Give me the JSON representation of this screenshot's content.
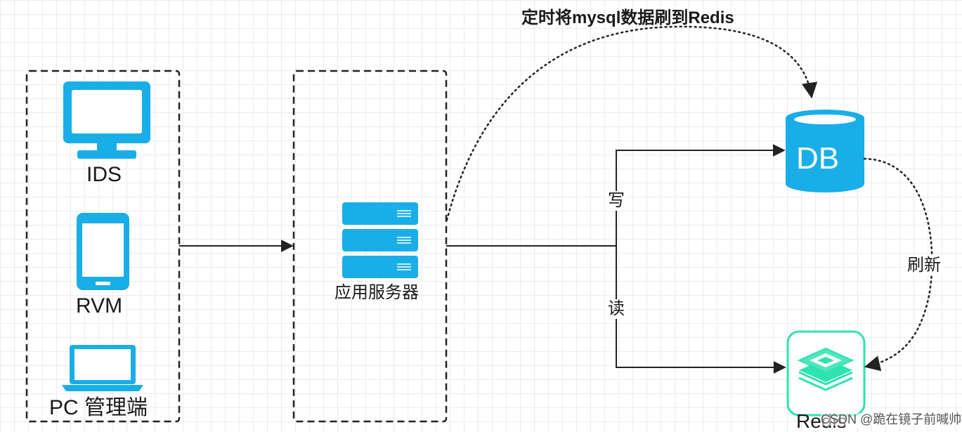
{
  "header": {
    "sync_note": "定时将mysql数据刷到Redis"
  },
  "clients": {
    "desktop_label": "IDS",
    "mobile_label": "RVM",
    "laptop_label": "PC 管理端"
  },
  "server": {
    "label": "应用服务器"
  },
  "storage": {
    "db_text": "DB",
    "redis_label": "Redis"
  },
  "edges": {
    "write_label": "写",
    "read_label": "读",
    "refresh_label": "刷新"
  },
  "watermark": "CSDN @跪在镜子前喊帅",
  "colors": {
    "icon_blue": "#1aaee8",
    "redis_green": "#2ee3b0",
    "line": "#222222"
  }
}
